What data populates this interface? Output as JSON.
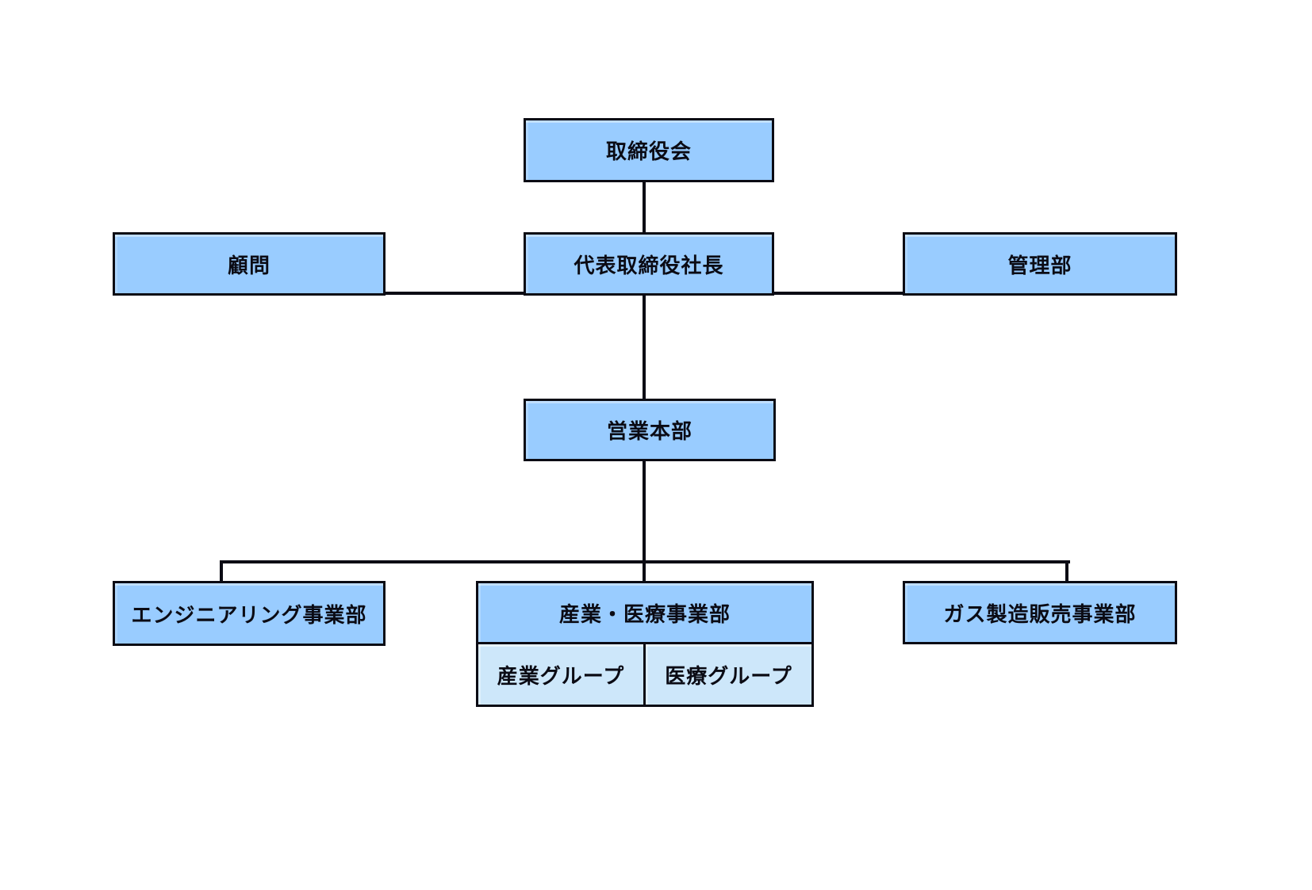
{
  "colors": {
    "background": "#ffffff",
    "box_fill": "#99ccff",
    "sub_box_fill": "#cde7fa",
    "box_border": "#0b0b14",
    "text": "#0b0b14",
    "connector": "#0b0b14"
  },
  "org_chart": {
    "type": "org-chart",
    "nodes": {
      "board": {
        "label": "取締役会"
      },
      "advisor": {
        "label": "顧問"
      },
      "president": {
        "label": "代表取締役社長"
      },
      "admin_department": {
        "label": "管理部"
      },
      "sales_headquarters": {
        "label": "営業本部"
      },
      "engineering_division": {
        "label": "エンジニアリング事業部"
      },
      "industrial_medical_division": {
        "label": "産業・医療事業部"
      },
      "industrial_group": {
        "label": "産業グループ"
      },
      "medical_group": {
        "label": "医療グループ"
      },
      "gas_division": {
        "label": "ガス製造販売事業部"
      }
    },
    "edges": [
      {
        "from": "board",
        "to": "president"
      },
      {
        "from": "president",
        "to": "advisor"
      },
      {
        "from": "president",
        "to": "admin_department"
      },
      {
        "from": "president",
        "to": "sales_headquarters"
      },
      {
        "from": "sales_headquarters",
        "to": "engineering_division"
      },
      {
        "from": "sales_headquarters",
        "to": "industrial_medical_division"
      },
      {
        "from": "sales_headquarters",
        "to": "gas_division"
      },
      {
        "from": "industrial_medical_division",
        "to": "industrial_group"
      },
      {
        "from": "industrial_medical_division",
        "to": "medical_group"
      }
    ]
  }
}
